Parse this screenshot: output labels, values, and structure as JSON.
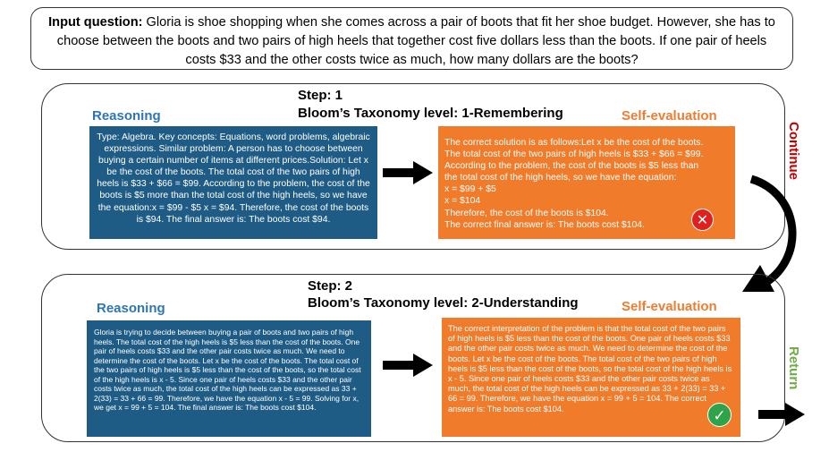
{
  "question": {
    "label": "Input question:",
    "text": "Gloria is shoe shopping when she comes across a pair of boots that fit her shoe budget. However, she has to choose between the boots and two pairs of high heels that together cost five dollars less than the boots. If one pair of heels costs $33 and the other costs twice as much, how many dollars are the boots?"
  },
  "step1": {
    "step_title": "Step: 1",
    "bloom_title": "Bloom’s Taxonomy level: 1-Remembering",
    "reasoning_label": "Reasoning",
    "self_eval_label": "Self-evaluation",
    "reasoning_text": "Type: Algebra. Key concepts: Equations, word problems, algebraic expressions. Similar problem: A person has to choose between buying a certain number of items at different prices.Solution: Let x be the cost of the boots. The total cost of the two pairs of high heels is $33 + $66 = $99. According to the problem, the cost of the boots is $5 more than the total cost of the high heels, so we have the equation:x = $99 - $5 x = $94. Therefore, the cost of the boots is $94. The final answer is: The boots cost $94.",
    "self_eval_lines": [
      "The correct solution is as follows:Let x be the cost of the boots.",
      "The total cost of the two pairs of high heels is $33 + $66 = $99.",
      "According to the problem, the cost of the boots is $5 less than",
      "the total cost of the high heels, so we have the equation:",
      "x = $99 + $5",
      "x = $104",
      "Therefore, the cost of the boots is $104.",
      "The correct final answer is: The boots cost $104."
    ]
  },
  "step2": {
    "step_title": "Step: 2",
    "bloom_title": "Bloom’s Taxonomy level: 2-Understanding",
    "reasoning_label": "Reasoning",
    "self_eval_label": "Self-evaluation",
    "reasoning_text": "Gloria is trying to decide between buying a pair of boots and two pairs of high heels. The total cost of the high heels is $5 less than the cost of the boots. One pair of heels costs $33 and the other pair costs twice as much. We need to determine the cost of the boots. Let x be the cost of the boots. The total cost of the two pairs of high heels is $5 less than the cost of the boots, so the total cost of the high heels is x - 5. Since one pair of heels costs $33 and the other pair costs twice as much, the total cost of the high heels can be expressed as 33 + 2(33) = 33 + 66 = 99. Therefore, we have the equation x - 5 = 99. Solving for x, we get x = 99 + 5 = 104. The final answer is: The boots cost $104.",
    "self_eval_text": "The correct interpretation of the problem is that the total cost of the two pairs of high heels is $5 less than the cost of the boots. One pair of heels costs $33 and the other pair costs twice as much. We need to determine the cost of the boots. Let x be the cost of the boots. The total cost of the two pairs of high heels is $5 less than the cost of the boots, so the total cost of the high heels is x - 5. Since one pair of heels costs $33 and the other pair costs twice as much, the total cost of the high heels can be expressed as 33 + 2(33) = 33 + 66 = 99. Therefore, we have the equation x = 99 + 5 = 104. The correct answer is: The boots cost $104."
  },
  "side_labels": {
    "continue": "Continue",
    "return": "Return"
  },
  "badges": {
    "wrong_glyph": "✕",
    "correct_glyph": "✓"
  },
  "colors": {
    "reasoning_box": "#1f5c85",
    "self_eval_box": "#f07c2b",
    "reasoning_label": "#2e75b6",
    "self_eval_label": "#ed7d31",
    "continue": "#c00000",
    "return": "#70ad47"
  }
}
